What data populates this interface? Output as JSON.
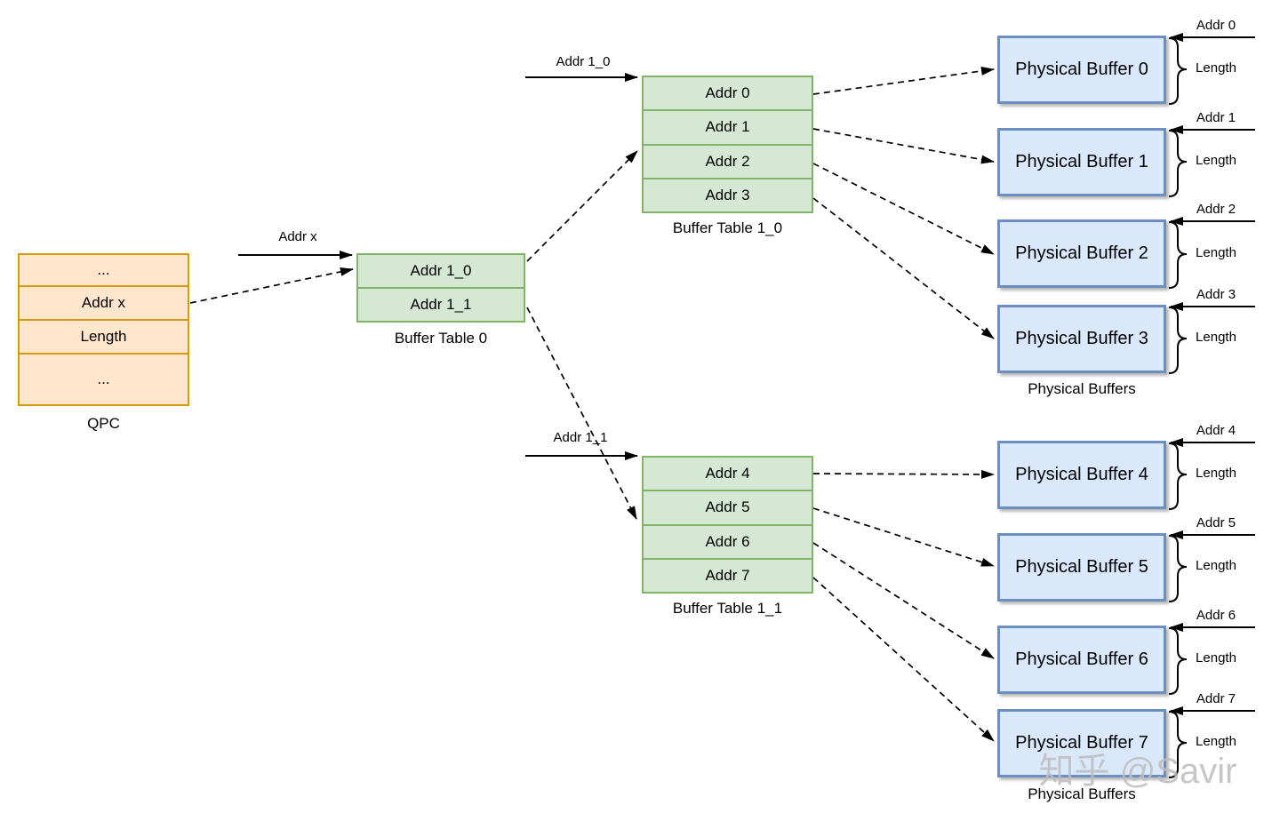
{
  "qpc": {
    "caption": "QPC",
    "rows": [
      "...",
      "Addr x",
      "Length",
      "..."
    ]
  },
  "buffer_table_0": {
    "caption": "Buffer Table 0",
    "rows": [
      "Addr 1_0",
      "Addr 1_1"
    ]
  },
  "buffer_table_1_0": {
    "caption": "Buffer Table 1_0",
    "rows": [
      "Addr 0",
      "Addr 1",
      "Addr 2",
      "Addr 3"
    ]
  },
  "buffer_table_1_1": {
    "caption": "Buffer Table 1_1",
    "rows": [
      "Addr 4",
      "Addr 5",
      "Addr 6",
      "Addr 7"
    ]
  },
  "arrow_labels": {
    "addr_x": "Addr x",
    "addr_1_0": "Addr 1_0",
    "addr_1_1": "Addr 1_1"
  },
  "physical_buffers_top": {
    "caption": "Physical Buffers",
    "items": [
      {
        "label": "Physical Buffer 0",
        "addr": "Addr 0",
        "length": "Length"
      },
      {
        "label": "Physical Buffer 1",
        "addr": "Addr 1",
        "length": "Length"
      },
      {
        "label": "Physical Buffer 2",
        "addr": "Addr 2",
        "length": "Length"
      },
      {
        "label": "Physical Buffer 3",
        "addr": "Addr 3",
        "length": "Length"
      }
    ]
  },
  "physical_buffers_bottom": {
    "caption": "Physical Buffers",
    "items": [
      {
        "label": "Physical Buffer 4",
        "addr": "Addr 4",
        "length": "Length"
      },
      {
        "label": "Physical Buffer 5",
        "addr": "Addr 5",
        "length": "Length"
      },
      {
        "label": "Physical Buffer 6",
        "addr": "Addr 6",
        "length": "Length"
      },
      {
        "label": "Physical Buffer 7",
        "addr": "Addr 7",
        "length": "Length"
      }
    ]
  },
  "watermark": "知乎 @Savir",
  "colors": {
    "qpc_fill": "#ffe6cc",
    "qpc_border": "#d79b00",
    "table_fill": "#d5e8d4",
    "table_border": "#82b366",
    "buffer_fill": "#dae8fc",
    "buffer_border": "#6c8ebf",
    "line": "#000000",
    "watermark": "#bdbdbd"
  }
}
